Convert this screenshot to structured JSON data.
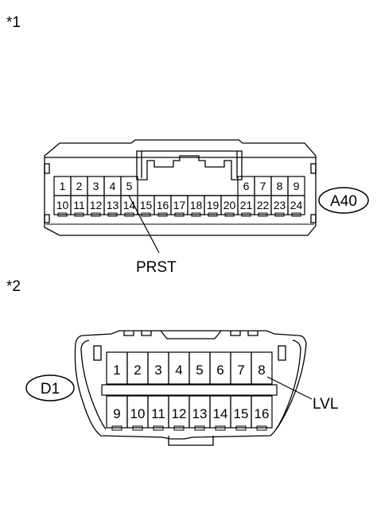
{
  "notes": {
    "first": "*1",
    "second": "*2"
  },
  "connector_a": {
    "id_label": "A40",
    "top_row_pins": [
      "1",
      "2",
      "3",
      "4",
      "5",
      "6",
      "7",
      "8",
      "9"
    ],
    "bottom_row_pins": [
      "10",
      "11",
      "12",
      "13",
      "14",
      "15",
      "16",
      "17",
      "18",
      "19",
      "20",
      "21",
      "22",
      "23",
      "24"
    ],
    "callout": {
      "pin": "5",
      "label": "PRST"
    }
  },
  "connector_d": {
    "id_label": "D1",
    "top_row_pins": [
      "1",
      "2",
      "3",
      "4",
      "5",
      "6",
      "7",
      "8"
    ],
    "bottom_row_pins": [
      "9",
      "10",
      "11",
      "12",
      "13",
      "14",
      "15",
      "16"
    ],
    "callout": {
      "pin": "8",
      "label": "LVL"
    }
  }
}
